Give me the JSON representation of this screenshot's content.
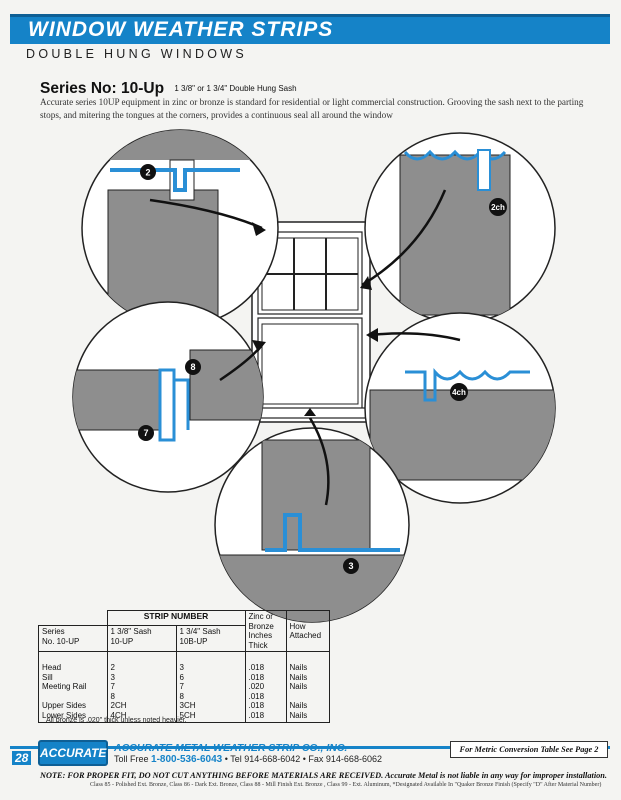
{
  "header": {
    "title": "WINDOW WEATHER STRIPS",
    "subtitle": "DOUBLE HUNG WINDOWS"
  },
  "series": {
    "title": "Series No: 10-Up",
    "sash_sizes": "1 3/8\" or 1 3/4\" Double Hung Sash",
    "description": "Accurate series 10UP equipment in zinc or bronze is standard for residential or light commercial construction.  Grooving the sash next to the parting stops, and mitering the tongues at the corners, provides a continuous seal all around the window"
  },
  "callouts": {
    "top_left": "2",
    "top_right": "2ch",
    "mid_left_upper": "8",
    "mid_left_lower": "7",
    "mid_right": "4ch",
    "bottom": "3"
  },
  "colors": {
    "brand_blue": "#1583c8",
    "strip_blue": "#2a8fd6",
    "detail_gray": "#8e8e8e"
  },
  "table": {
    "strip_number_header": "STRIP NUMBER",
    "col_series": [
      "Series",
      "No. 10-UP"
    ],
    "col_138": [
      "1 3/8\" Sash",
      "10-UP"
    ],
    "col_134": [
      "1 3/4\" Sash",
      "10B-UP"
    ],
    "col_zinc": [
      "Zinc or",
      "Bronze",
      "Inches",
      "Thick"
    ],
    "col_how": [
      "How",
      "Attached"
    ],
    "rows": [
      {
        "name": "Head",
        "s138": "2",
        "s134": "3",
        "thick": ".018",
        "how": "Nails"
      },
      {
        "name": "Sill",
        "s138": "3",
        "s134": "6",
        "thick": ".018",
        "how": "Nails"
      },
      {
        "name": "Meeting Rail",
        "s138": "7",
        "s134": "7",
        "thick": ".020",
        "how": "Nails"
      },
      {
        "name": "",
        "s138": "8",
        "s134": "8",
        "thick": ".018",
        "how": ""
      },
      {
        "name": "Upper Sides",
        "s138": "2CH",
        "s134": "3CH",
        "thick": ".018",
        "how": "Nails"
      },
      {
        "name": "Lower Sides",
        "s138": "4CH",
        "s134": "5CH",
        "thick": ".018",
        "how": "Nails"
      }
    ],
    "note": "All bronze is .020\" thick unless noted heavier."
  },
  "footer": {
    "page_number": "28",
    "logo": "ACCURATE",
    "company": "ACCURATE METAL WEATHER STRIP CO., INC.",
    "toll_free_label": "Toll Free",
    "toll_free_number": "1-800-536-6043",
    "tel": "• Tel 914-668-6042 • Fax 914-668-6062",
    "metric_note": "For Metric Conversion Table See Page 2",
    "fit_note": "NOTE:  FOR PROPER FIT, DO NOT CUT ANYTHING BEFORE MATERIALS ARE RECEIVED.  Accurate Metal is not liable in any way for improper installation.",
    "finish_note": "Class 85 - Polished Ext. Bronze, Class 86 - Dark Ext. Bronze, Class 88 - Mill Finish Ext. Bronze , Class 99 - Ext. Aluminum, *Designated Available In \"Quaker Bronze Finish (Specify \"D\" After Material Number)"
  }
}
